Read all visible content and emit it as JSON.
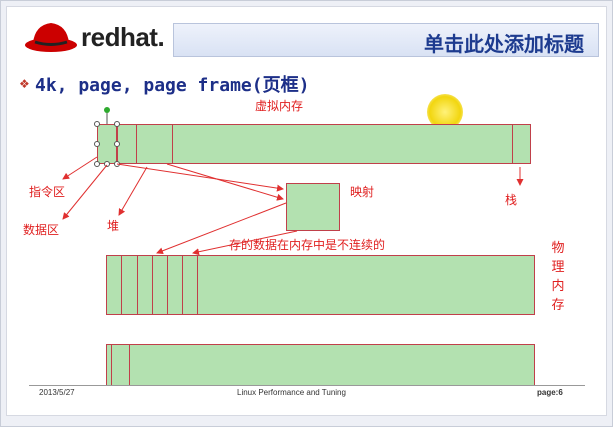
{
  "header": {
    "logo_text": "redhat.",
    "title": "单击此处添加标题"
  },
  "subtitle": "4k, page, page frame(页框)",
  "virtual_memory_label": "虚拟内存",
  "labels": {
    "instruction_area": "指令区",
    "data_area": "数据区",
    "heap": "堆",
    "stack": "栈",
    "mapping": "映射",
    "noncontiguous_note": "存的数据在内存中是不连续的",
    "physical_memory": [
      "物",
      "理",
      "内",
      "存"
    ]
  },
  "footer": {
    "date": "2013/5/27",
    "center": "Linux Performance and Tuning",
    "page": "page:6"
  },
  "colors": {
    "block_fill": "#b3e1b0",
    "block_border": "#c0404a",
    "label_red": "#e02020",
    "title_blue": "#1d3b8f"
  }
}
